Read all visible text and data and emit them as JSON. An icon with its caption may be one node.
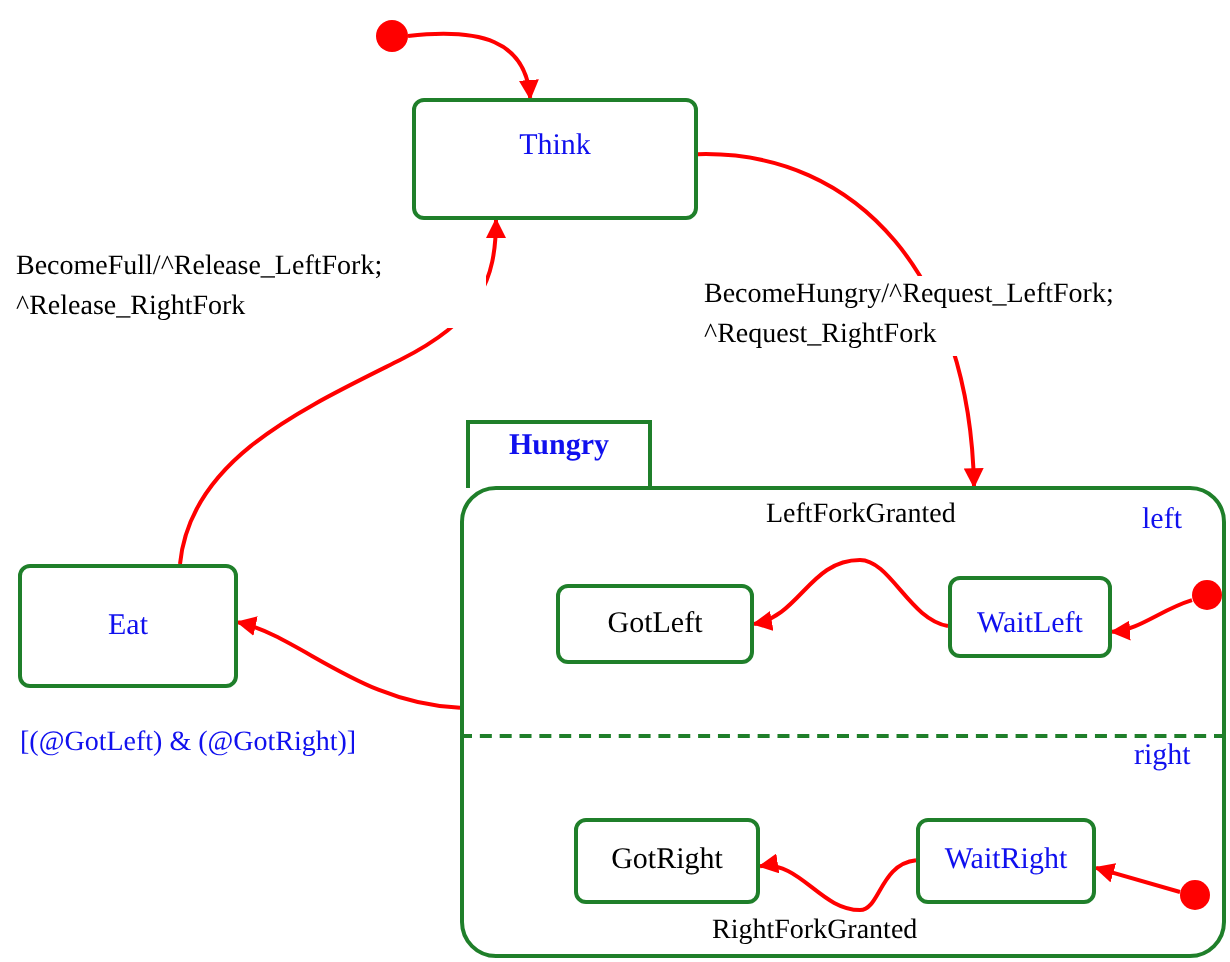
{
  "diagram": {
    "nodes": [
      {
        "text": [],
        "shape": "circle"
      },
      {
        "text": [
          "Think"
        ]
      },
      {
        "text": [
          "Hungry"
        ]
      },
      {
        "text": [
          "Eat"
        ]
      },
      {
        "text": [
          "GotLeft"
        ],
        "in": 2
      },
      {
        "text": [
          "WaitLeft"
        ],
        "in": 2
      },
      {
        "text": [],
        "shape": "circle",
        "in": 2
      },
      {
        "text": [
          "GotRight"
        ],
        "in": 2
      },
      {
        "text": [
          "WaitRight"
        ],
        "in": 2
      },
      {
        "text": [],
        "shape": "circle",
        "in": 2
      }
    ],
    "edges": [
      {
        "from": 0,
        "to": 1,
        "arrow": "to"
      },
      {
        "from": 1,
        "to": 2,
        "arrow": "to",
        "label": "BecomeHungry/^Request_LeftFork; ^Request_RightFork"
      },
      {
        "from": 2,
        "to": 3,
        "arrow": "to",
        "label": "[(@GotLeft) & (@GotRight)]"
      },
      {
        "from": 3,
        "to": 1,
        "arrow": "to",
        "label": "BecomeFull/^Release_LeftFork; ^Release_RightFork"
      },
      {
        "from": 5,
        "to": 4,
        "arrow": "to",
        "label": "LeftForkGranted"
      },
      {
        "from": 6,
        "to": 5,
        "arrow": "to"
      },
      {
        "from": 8,
        "to": 7,
        "arrow": "to",
        "label": "RightForkGranted"
      },
      {
        "from": 9,
        "to": 8,
        "arrow": "to"
      }
    ],
    "labels": [
      "left",
      "right"
    ]
  }
}
